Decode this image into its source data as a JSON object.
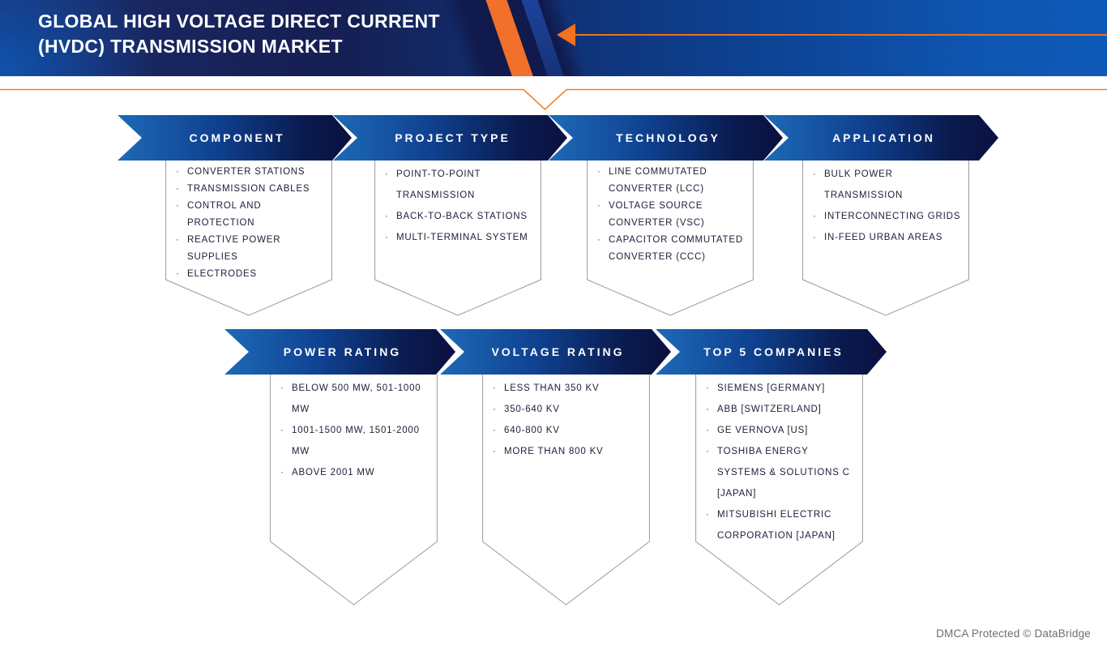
{
  "header": {
    "title_line1": "GLOBAL HIGH VOLTAGE DIRECT CURRENT",
    "title_line2": "(HVDC) TRANSMISSION MARKET"
  },
  "colors": {
    "accent_orange": "#F2701F",
    "banner_blue_light": "#1D6AB8",
    "banner_navy_dark": "#0A1140",
    "header_navy": "#141F52",
    "outline_gray": "#9A9A9A",
    "list_text": "#20203A"
  },
  "segments": [
    {
      "title": "COMPONENT",
      "items": [
        "CONVERTER STATIONS",
        "TRANSMISSION CABLES",
        "CONTROL AND PROTECTION",
        "REACTIVE POWER SUPPLIES",
        "ELECTRODES"
      ]
    },
    {
      "title": "PROJECT TYPE",
      "items": [
        "POINT-TO-POINT TRANSMISSION",
        "BACK-TO-BACK STATIONS",
        "MULTI-TERMINAL SYSTEM"
      ]
    },
    {
      "title": "TECHNOLOGY",
      "items": [
        "LINE COMMUTATED CONVERTER (LCC)",
        "VOLTAGE SOURCE CONVERTER (VSC)",
        "CAPACITOR COMMUTATED CONVERTER (CCC)"
      ]
    },
    {
      "title": "APPLICATION",
      "items": [
        "BULK POWER TRANSMISSION",
        "INTERCONNECTING GRIDS",
        "IN-FEED URBAN AREAS"
      ]
    },
    {
      "title": "POWER RATING",
      "items": [
        "BELOW 500 MW, 501-1000 MW",
        "1001-1500 MW, 1501-2000 MW",
        "ABOVE 2001 MW"
      ]
    },
    {
      "title": "VOLTAGE RATING",
      "items": [
        "LESS THAN 350 KV",
        "350-640 KV",
        "640-800 KV",
        "MORE THAN 800 KV"
      ]
    },
    {
      "title": "TOP 5 COMPANIES",
      "items": [
        "SIEMENS [GERMANY]",
        "ABB [SWITZERLAND]",
        "GE VERNOVA [US]",
        "TOSHIBA ENERGY SYSTEMS & SOLUTIONS C [JAPAN]",
        "MITSUBISHI ELECTRIC CORPORATION [JAPAN]"
      ]
    }
  ],
  "footer": {
    "dmca": "DMCA Protected © DataBridge"
  }
}
